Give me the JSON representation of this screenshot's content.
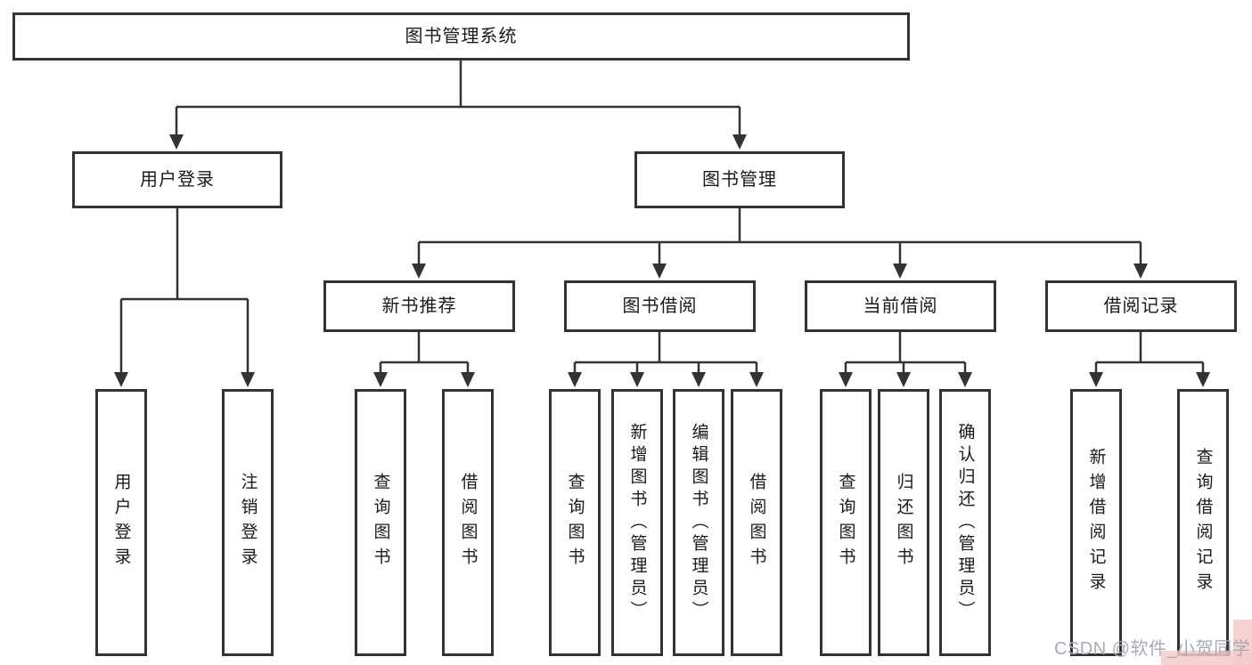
{
  "tree": {
    "label": "图书管理系统",
    "children": [
      {
        "label": "用户登录",
        "children": [
          {
            "label": "用户登录"
          },
          {
            "label": "注销登录"
          }
        ]
      },
      {
        "label": "图书管理",
        "children": [
          {
            "label": "新书推荐",
            "children": [
              {
                "label": "查询图书"
              },
              {
                "label": "借阅图书"
              }
            ]
          },
          {
            "label": "图书借阅",
            "children": [
              {
                "label": "查询图书"
              },
              {
                "label": "新增图书（管理员）"
              },
              {
                "label": "编辑图书（管理员）"
              },
              {
                "label": "借阅图书"
              }
            ]
          },
          {
            "label": "当前借阅",
            "children": [
              {
                "label": "查询图书"
              },
              {
                "label": "归还图书"
              },
              {
                "label": "确认归还（管理员）"
              }
            ]
          },
          {
            "label": "借阅记录",
            "children": [
              {
                "label": "新增借阅记录"
              },
              {
                "label": "查询借阅记录"
              }
            ]
          }
        ]
      }
    ]
  },
  "watermark": {
    "text": "CSDN @软件_小贺同学"
  },
  "colors": {
    "line": "#333333",
    "box_border": "#333333",
    "box_fill": "#ffffff",
    "text": "#1a1a1a",
    "watermark_text": "#a7abb2",
    "watermark_highlight": "#f6caca"
  }
}
